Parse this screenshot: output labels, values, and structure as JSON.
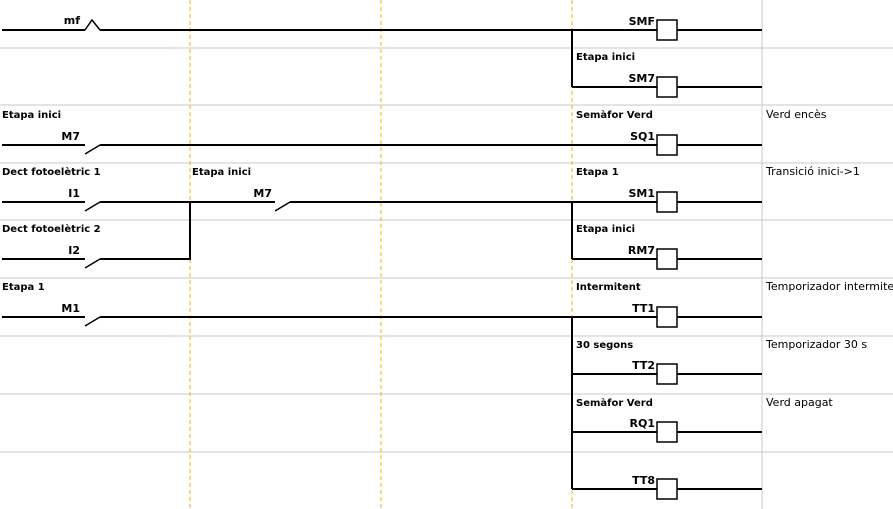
{
  "rungs": [
    {
      "contacts": [
        {
          "symbol": "mf",
          "label": "",
          "type": "nc"
        }
      ],
      "coils": [
        {
          "symbol": "SMF",
          "label": ""
        },
        {
          "symbol": "SM7",
          "label": "Etapa inici"
        }
      ],
      "comment": ""
    },
    {
      "contacts": [
        {
          "symbol": "M7",
          "label": "Etapa inici",
          "type": "no"
        }
      ],
      "coils": [
        {
          "symbol": "SQ1",
          "label": "Semàfor Verd"
        }
      ],
      "comment": "Verd encès"
    },
    {
      "contacts": [
        {
          "symbol": "I1",
          "label": "Dect fotoelètric 1",
          "type": "no"
        },
        {
          "symbol": "M7",
          "label": "Etapa inici",
          "type": "no"
        },
        {
          "symbol": "I2",
          "label": "Dect fotoelètric 2",
          "type": "no"
        }
      ],
      "coils": [
        {
          "symbol": "SM1",
          "label": "Etapa 1"
        },
        {
          "symbol": "RM7",
          "label": "Etapa inici"
        }
      ],
      "comment": "Transició inici->1"
    },
    {
      "contacts": [
        {
          "symbol": "M1",
          "label": "Etapa 1",
          "type": "no"
        }
      ],
      "coils": [
        {
          "symbol": "TT1",
          "label": "Intermitent"
        },
        {
          "symbol": "TT2",
          "label": "30 segons"
        },
        {
          "symbol": "RQ1",
          "label": "Semàfor Verd"
        },
        {
          "symbol": "TT8",
          "label": ""
        }
      ],
      "comment": "Temporizador intermitent"
    }
  ],
  "extra_comments": [
    "Temporizador 30 s",
    "Verd apagat"
  ]
}
